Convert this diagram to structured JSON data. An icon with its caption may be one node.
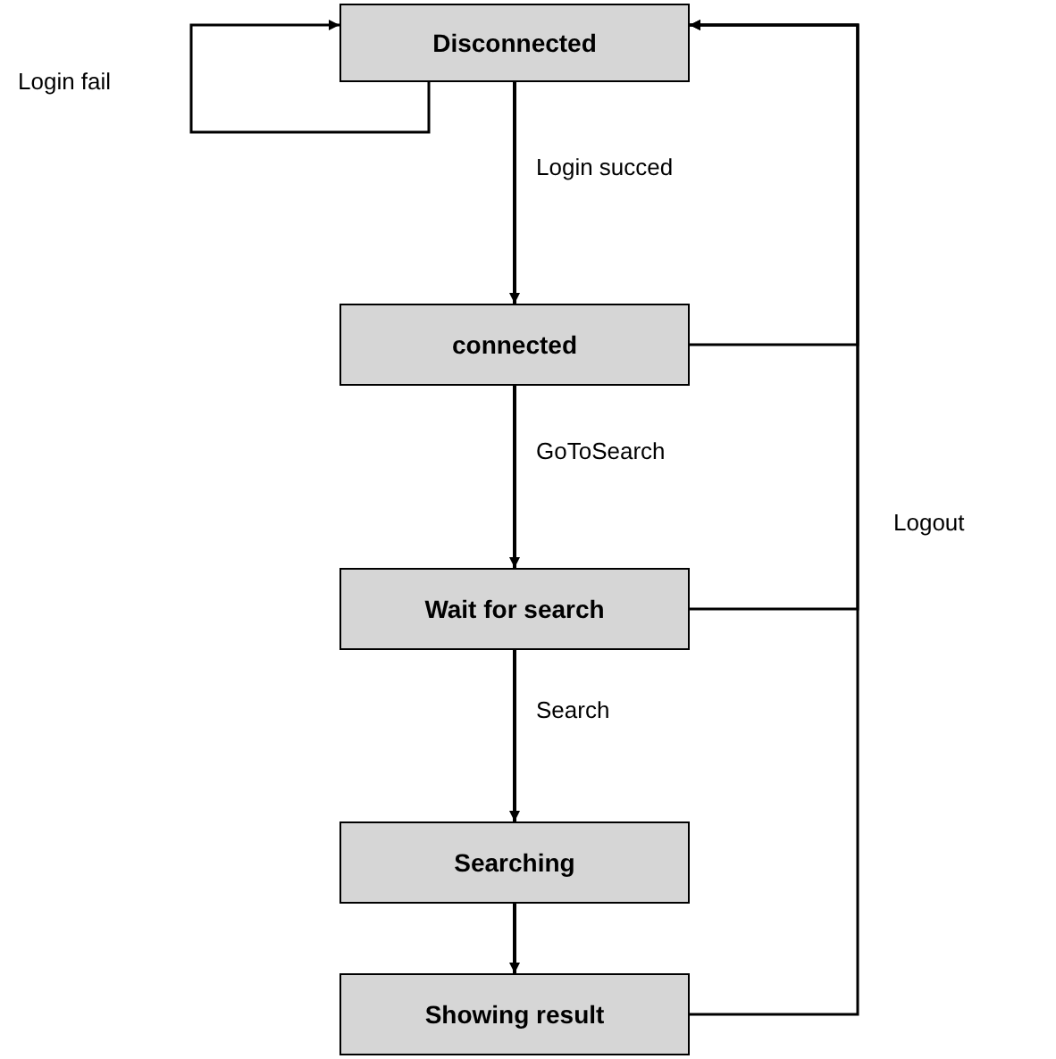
{
  "diagram": {
    "nodes": [
      {
        "text": [
          "Disconnected"
        ]
      },
      {
        "text": [
          "connected"
        ]
      },
      {
        "text": [
          "Wait for search"
        ]
      },
      {
        "text": [
          "Searching"
        ]
      },
      {
        "text": [
          "Showing result"
        ]
      }
    ],
    "edges": [
      {
        "from": 0,
        "to": 0,
        "arrow": "to",
        "label": "Login fail"
      },
      {
        "from": 0,
        "to": 1,
        "arrow": "to",
        "label": "Login succed"
      },
      {
        "from": 1,
        "to": 2,
        "arrow": "to",
        "label": "GoToSearch"
      },
      {
        "from": 2,
        "to": 3,
        "arrow": "to",
        "label": "Search"
      },
      {
        "from": 3,
        "to": 4,
        "arrow": "to"
      },
      {
        "from": 1,
        "to": 0,
        "arrow": "to"
      },
      {
        "from": 2,
        "to": 0,
        "arrow": "to"
      },
      {
        "from": 4,
        "to": 0,
        "arrow": "to",
        "label": "Logout"
      }
    ]
  }
}
